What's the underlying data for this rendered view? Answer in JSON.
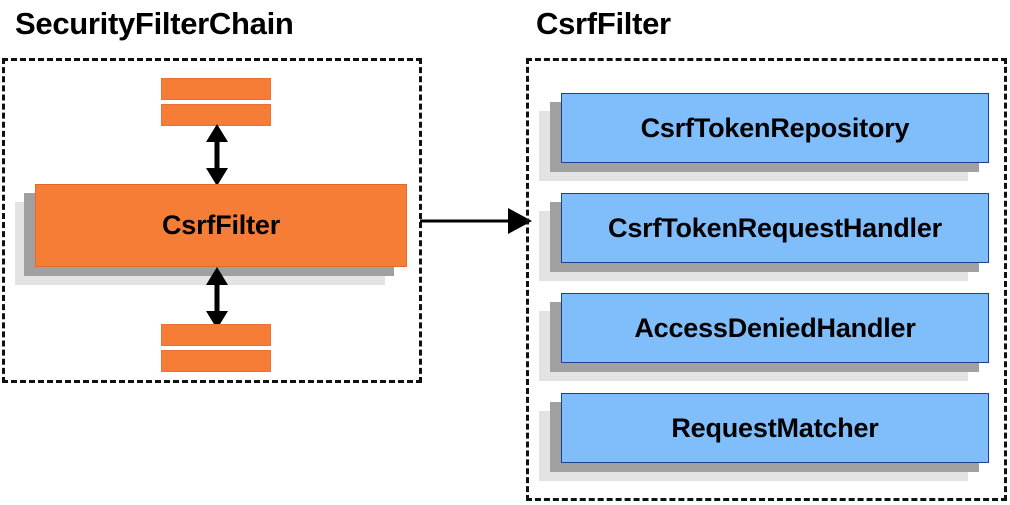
{
  "diagram": {
    "title_left": "SecurityFilterChain",
    "title_right": "CsrfFilter",
    "left_panel": {
      "main_filter_label": "CsrfFilter",
      "filter_bars": [
        {
          "name": "filter-bar-top-1"
        },
        {
          "name": "filter-bar-top-2"
        },
        {
          "name": "filter-bar-bottom-1"
        },
        {
          "name": "filter-bar-bottom-2"
        }
      ],
      "connectors": [
        {
          "name": "arrow-up-down-top",
          "style": "double-headed-vertical"
        },
        {
          "name": "arrow-up-down-bottom",
          "style": "double-headed-vertical"
        }
      ]
    },
    "right_panel": {
      "components": [
        {
          "label": "CsrfTokenRepository"
        },
        {
          "label": "CsrfTokenRequestHandler"
        },
        {
          "label": "AccessDeniedHandler"
        },
        {
          "label": "RequestMatcher"
        }
      ]
    },
    "cross_arrow": {
      "name": "arrow-chain-to-filter",
      "style": "single-headed-horizontal"
    },
    "colors": {
      "orange_fill": "#f57d35",
      "blue_fill": "#7fbdfb",
      "blue_border": "#1f3f8f",
      "shadow_mid": "#a0a0a0",
      "shadow_back": "#e3e3e3",
      "dash_border": "#111111",
      "text": "#000000"
    }
  }
}
